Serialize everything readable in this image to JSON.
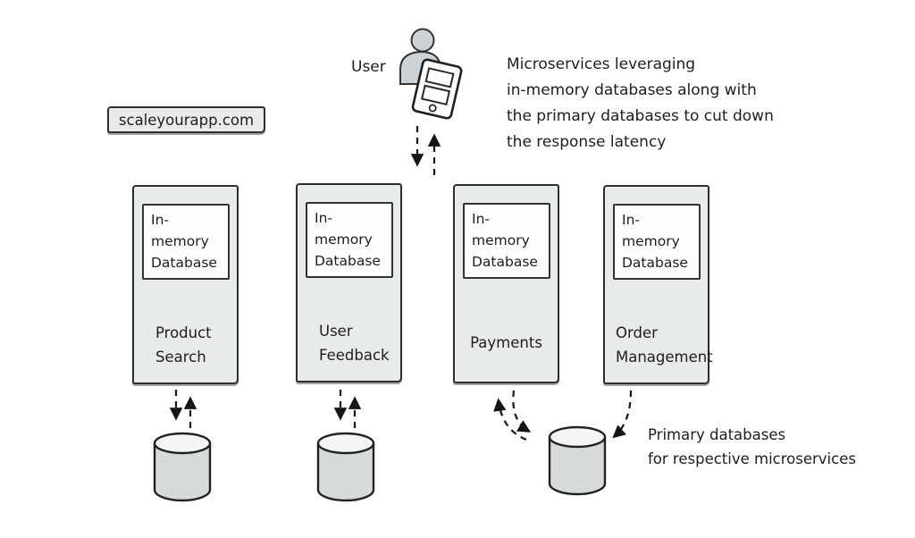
{
  "brand": {
    "label": "scaleyourapp.com"
  },
  "user": {
    "label": "User"
  },
  "annotation": {
    "lines": [
      "Microservices leveraging",
      "in-memory databases along with",
      "the primary databases to cut down",
      "the response latency"
    ]
  },
  "services": [
    {
      "inmem_label": "In-memory Database",
      "name": "Product Search"
    },
    {
      "inmem_label": "In-memory Database",
      "name": "User Feedback"
    },
    {
      "inmem_label": "In-memory Database",
      "name": "Payments"
    },
    {
      "inmem_label": "In-memory Database",
      "name": "Order Management"
    }
  ],
  "primary_db_note": {
    "lines": [
      "Primary databases",
      "for respective microservices"
    ]
  },
  "colors": {
    "background": "#ffffff",
    "box_fill": "#e8ebeb",
    "box_border": "#2e2e2e",
    "inner_box_fill": "#fefefe",
    "cylinder_body": "#d6dadb",
    "cylinder_top": "#f4f6f5",
    "figure_fill": "#ccd2d6",
    "ink": "#1e1e1e"
  }
}
